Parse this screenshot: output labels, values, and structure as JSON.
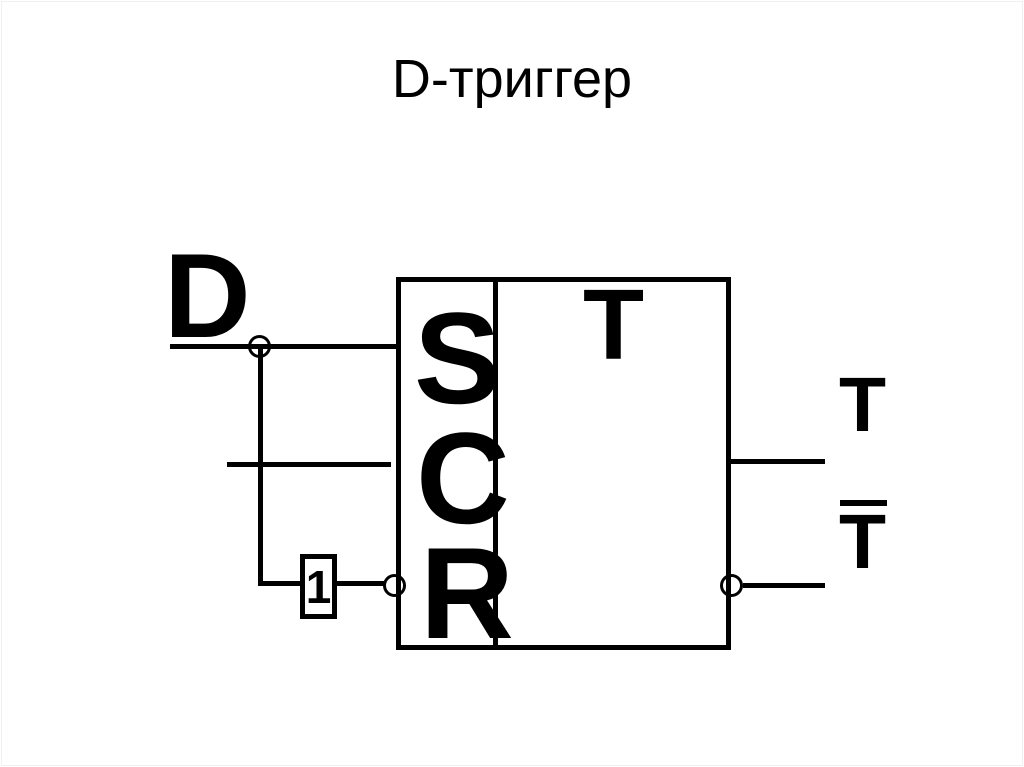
{
  "title": "D-триггер",
  "colors": {
    "line": "#000000",
    "background": "#ffffff",
    "frame": "#f0f0f0"
  },
  "trigger": {
    "input_label": "D",
    "inverter_label": "1",
    "pins": {
      "set": "S",
      "clock": "C",
      "reset": "R"
    },
    "block_label": "T",
    "outputs": {
      "direct": "T",
      "inverse": "T"
    }
  }
}
